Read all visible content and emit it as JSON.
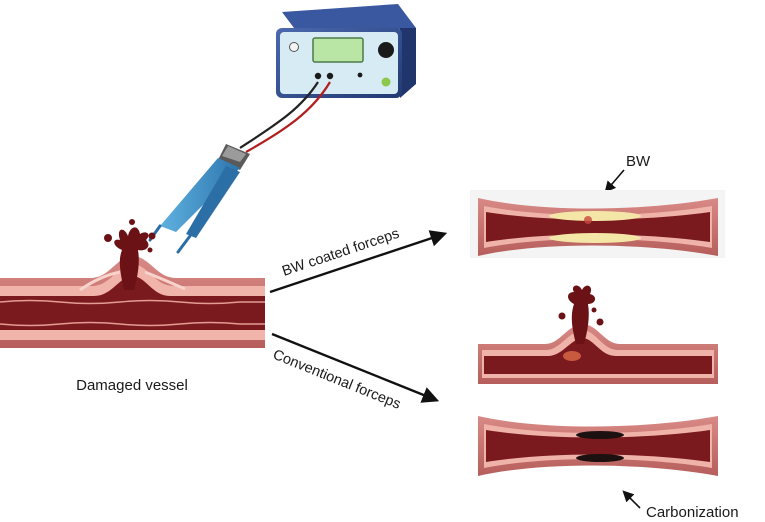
{
  "labels": {
    "damaged_vessel": "Damaged vessel",
    "bw_forceps": "BW coated forceps",
    "conventional_forceps": "Conventional forceps",
    "bw": "BW",
    "carbonization": "Carbonization"
  },
  "colors": {
    "vessel_outer": "#c9706e",
    "vessel_wall": "#efb3aa",
    "vessel_blood": "#7a1a1f",
    "blood_dark": "#6b1216",
    "bw_coating": "#f3e6a6",
    "char": "#1c1010",
    "device_body": "#2f4a8a",
    "device_panel": "#cfe6ef",
    "forceps_blue": "#3f8fc6"
  },
  "icons": [
    "electrosurgical-generator-icon",
    "forceps-icon",
    "blood-splash-icon",
    "char-mark-icon"
  ]
}
